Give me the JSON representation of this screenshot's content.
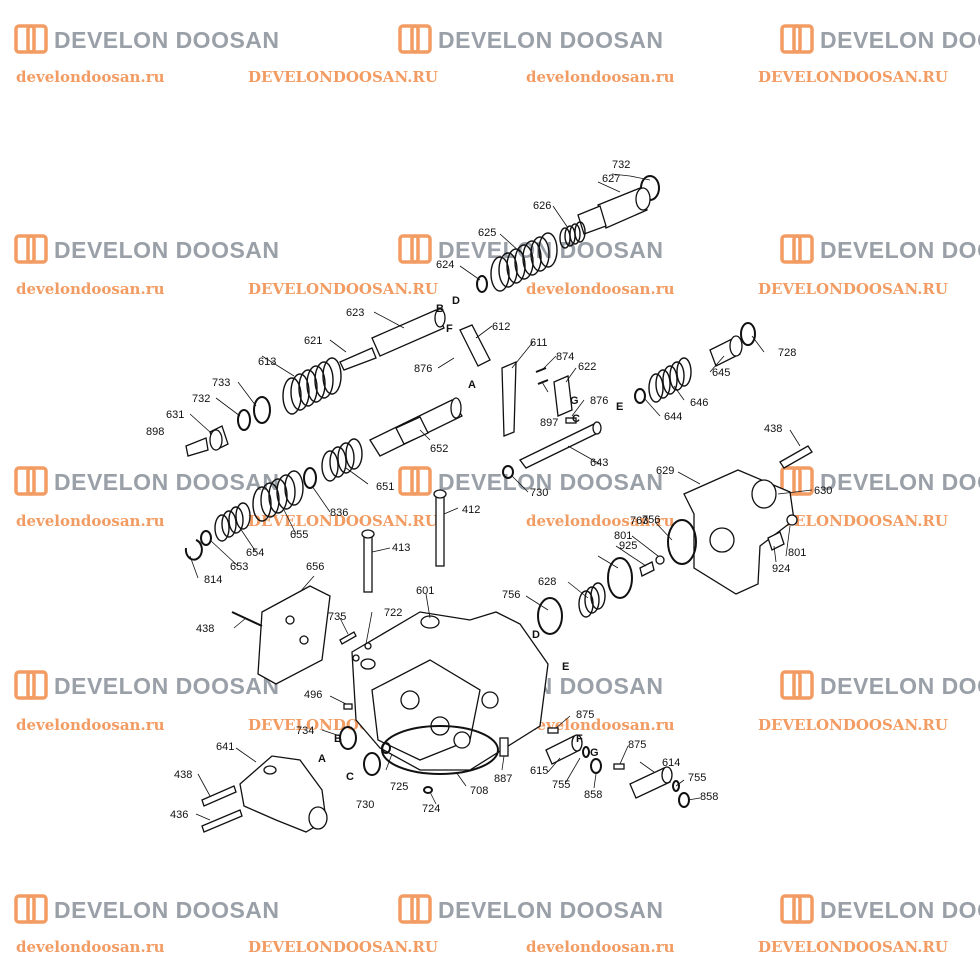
{
  "watermark": {
    "brand": "DEVELON DOOSAN",
    "url_lower": "develondoosan.ru",
    "url_upper": "DEVELONDOOSAN.RU"
  },
  "part_labels": [
    "732",
    "627",
    "626",
    "625",
    "624",
    "623",
    "612",
    "621",
    "611",
    "874",
    "613",
    "622",
    "733",
    "732",
    "631",
    "898",
    "876",
    "897",
    "876",
    "652",
    "643",
    "645",
    "728",
    "646",
    "644",
    "438",
    "629",
    "630",
    "651",
    "730",
    "836",
    "655",
    "654",
    "653",
    "814",
    "412",
    "413",
    "656",
    "438",
    "735",
    "722",
    "601",
    "756",
    "628",
    "756",
    "925",
    "801",
    "763",
    "924",
    "801",
    "496",
    "734",
    "725",
    "730",
    "724",
    "708",
    "887",
    "875",
    "615",
    "755",
    "858",
    "875",
    "614",
    "755",
    "858",
    "641",
    "438",
    "436"
  ],
  "callout_letters": [
    "A",
    "B",
    "C",
    "D",
    "E",
    "F",
    "G",
    "A",
    "B",
    "C",
    "D",
    "E",
    "F",
    "G"
  ]
}
